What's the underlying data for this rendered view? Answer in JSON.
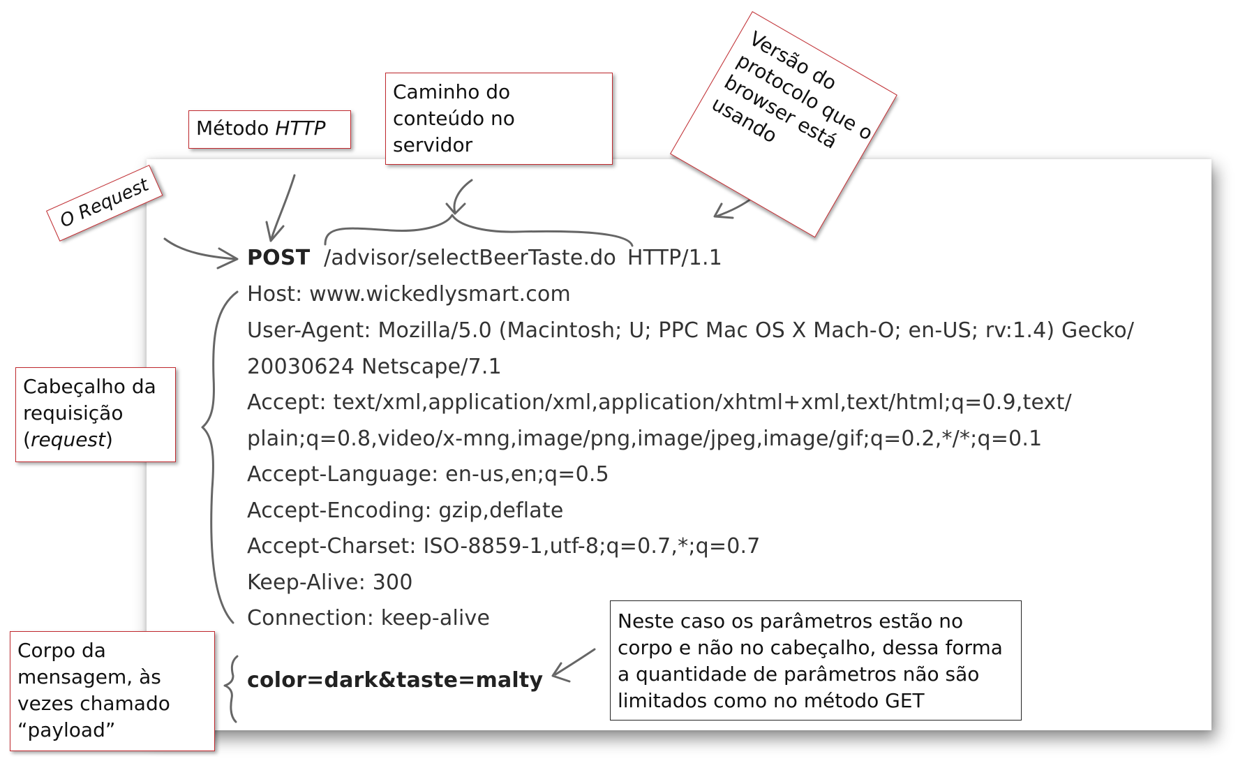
{
  "request": {
    "method": "POST",
    "path": "/advisor/selectBeerTaste.do",
    "protocol": "HTTP/1.1",
    "headers": [
      "Host: www.wickedlysmart.com",
      "User-Agent: Mozilla/5.0 (Macintosh; U; PPC Mac OS X Mach-O; en-US; rv:1.4) Gecko/",
      "20030624 Netscape/7.1",
      "Accept: text/xml,application/xml,application/xhtml+xml,text/html;q=0.9,text/",
      "plain;q=0.8,video/x-mng,image/png,image/jpeg,image/gif;q=0.2,*/*;q=0.1",
      "Accept-Language: en-us,en;q=0.5",
      "Accept-Encoding: gzip,deflate",
      "Accept-Charset: ISO-8859-1,utf-8;q=0.7,*;q=0.7",
      "Keep-Alive: 300",
      "Connection: keep-alive"
    ],
    "body": "color=dark&taste=malty"
  },
  "annotations": {
    "request_label": "O Request",
    "method_label": "Método",
    "method_label_em": "HTTP",
    "path_label": [
      "Caminho do",
      "conteúdo no",
      "servidor"
    ],
    "protocol_label": [
      "Versão do",
      "protocolo que o",
      "browser está",
      "usando"
    ],
    "header_label_1": "Cabeçalho da",
    "header_label_2": "requisição",
    "header_label_3_open": "(",
    "header_label_3_em": "request",
    "header_label_3_close": ")",
    "body_label": [
      "Corpo da",
      "mensagem, às",
      "vezes chamado",
      "“payload”"
    ],
    "params_note": [
      "Neste caso os parâmetros estão no",
      "corpo e não no cabeçalho, dessa forma",
      "a quantidade de parâmetros não são",
      "limitados como no método GET"
    ]
  },
  "colors": {
    "note_border": "#c0282d",
    "code_text": "#333333",
    "sketch_stroke": "#666666"
  }
}
